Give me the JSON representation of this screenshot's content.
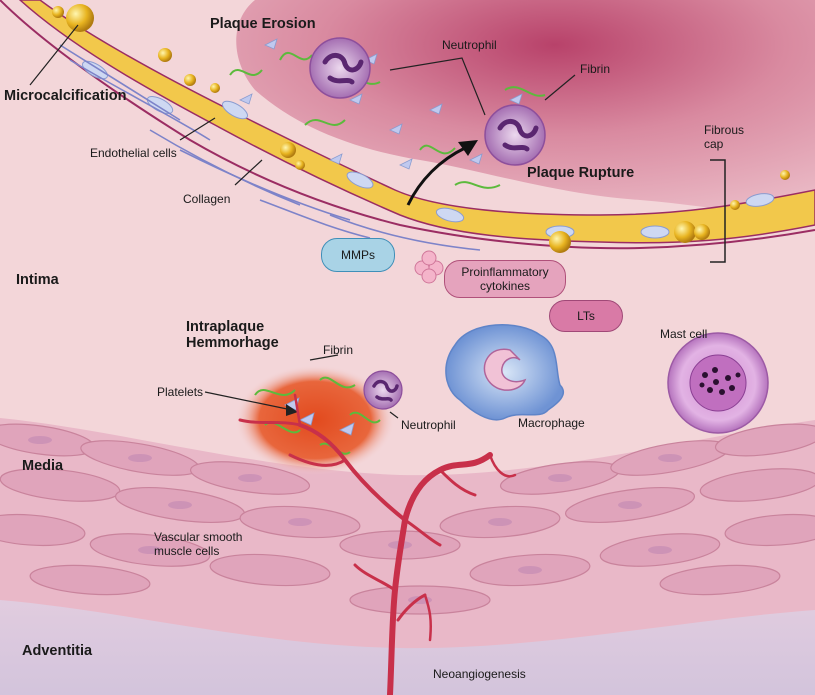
{
  "labels": {
    "plaque_erosion": "Plaque Erosion",
    "neutrophil_top": "Neutrophil",
    "fibrin_top": "Fibrin",
    "microcalcification": "Microcalcification",
    "endothelial_cells": "Endothelial cells",
    "collagen": "Collagen",
    "fibrous_cap_line1": "Fibrous",
    "fibrous_cap_line2": "cap",
    "plaque_rupture": "Plaque Rupture",
    "mmps": "MMPs",
    "proinflammatory_line1": "Proinflammatory",
    "proinflammatory_line2": "cytokines",
    "lts": "LTs",
    "intima": "Intima",
    "intraplaque_line1": "Intraplaque",
    "intraplaque_line2": "Hemmorhage",
    "fibrin_mid": "Fibrin",
    "platelets": "Platelets",
    "neutrophil_mid": "Neutrophil",
    "macrophage": "Macrophage",
    "mast_cell": "Mast cell",
    "media": "Media",
    "vascular_smc_line1": "Vascular smooth",
    "vascular_smc_line2": "muscle cells",
    "adventitia": "Adventitia",
    "neoangiogenesis": "Neoangiogenesis"
  },
  "colors": {
    "intima_bg": "#f3d6d9",
    "lumen": "#d98aa0",
    "fibrous_cap": "#f2c84b",
    "vessel_red": "#c8304a",
    "mmps_fill": "#a9d3e6",
    "cytokines_fill": "#e5a3bd",
    "lts_fill": "#d97aa6",
    "adventitia_bg": "#d8c8da"
  }
}
